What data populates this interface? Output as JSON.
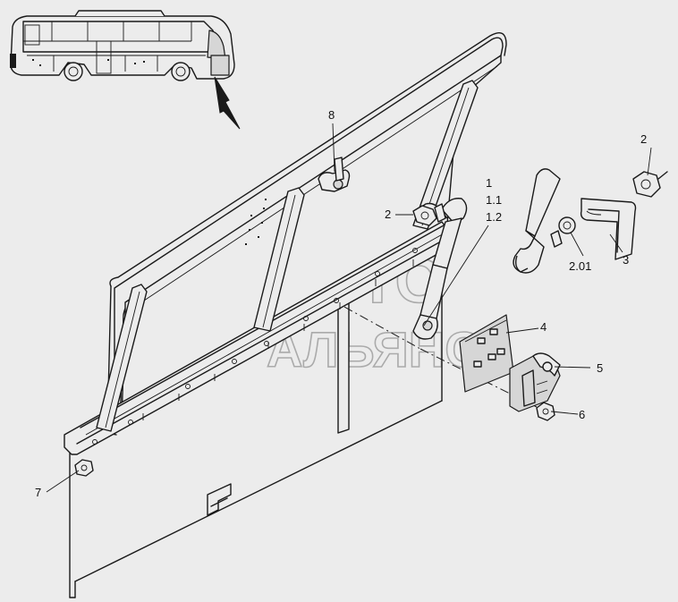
{
  "watermark": {
    "line1": "АВТО",
    "line2": "АЛЬЯНС"
  },
  "labels": {
    "1": "1",
    "1_1": "1.1",
    "1_2": "1.2",
    "2a": "2",
    "2b": "2",
    "2_01": "2.01",
    "3": "3",
    "4": "4",
    "5": "5",
    "6": "6",
    "7": "7",
    "8": "8"
  }
}
